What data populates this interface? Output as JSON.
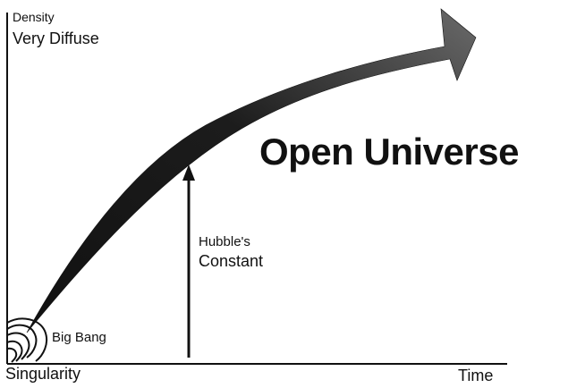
{
  "diagram": {
    "title": "Open Universe",
    "y_axis": {
      "top_label": "Density",
      "top_value": "Very Diffuse",
      "origin_label": "Singularity"
    },
    "x_axis": {
      "label": "Time"
    },
    "annotations": {
      "hubble_line1": "Hubble's",
      "hubble_line2": "Constant",
      "big_bang": "Big Bang"
    },
    "colors": {
      "ink": "#111111",
      "background": "#ffffff"
    }
  }
}
